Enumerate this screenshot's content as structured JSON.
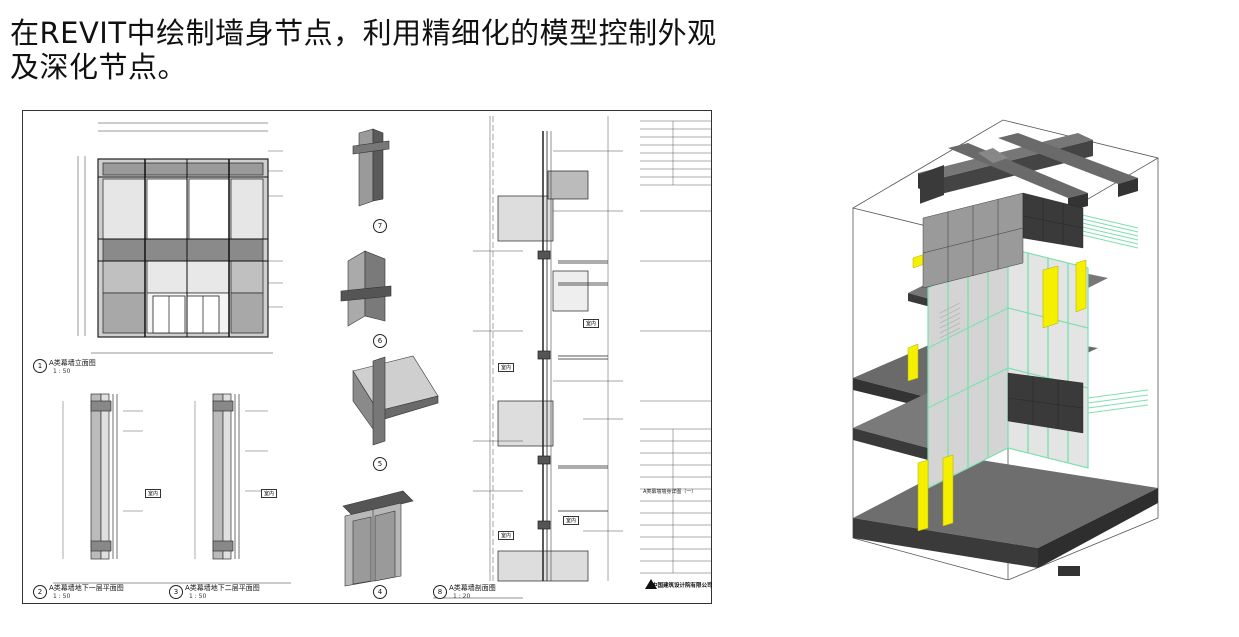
{
  "title": {
    "line1": "在REVIT中绘制墙身节点，利用精细化的模型控制外观",
    "line2": "及深化节点。"
  },
  "drawing_sheet": {
    "views": [
      {
        "number": "1",
        "label": "A类幕墙立面图",
        "scale": "1 : 50"
      },
      {
        "number": "2",
        "label": "A类幕墙地下一层平面图",
        "scale": "1 : 50"
      },
      {
        "number": "3",
        "label": "A类幕墙地下二层平面图",
        "scale": "1 : 50"
      },
      {
        "number": "4",
        "label": "",
        "scale": ""
      },
      {
        "number": "5",
        "label": "",
        "scale": ""
      },
      {
        "number": "6",
        "label": "",
        "scale": ""
      },
      {
        "number": "7",
        "label": "",
        "scale": ""
      },
      {
        "number": "8",
        "label": "A类幕墙剖面图",
        "scale": "1 : 20"
      }
    ],
    "room_tags": [
      "室内",
      "室内",
      "室内",
      "室内",
      "室内",
      "室内"
    ],
    "title_block": {
      "company": "中国建筑设计院有限公司",
      "drawing_name": "A类幕墙墙身详图（一）"
    }
  },
  "colors": {
    "glass_green": "#7fe0b0",
    "accent_yellow": "#f4f000",
    "dark_panel": "#3a3a3a"
  }
}
